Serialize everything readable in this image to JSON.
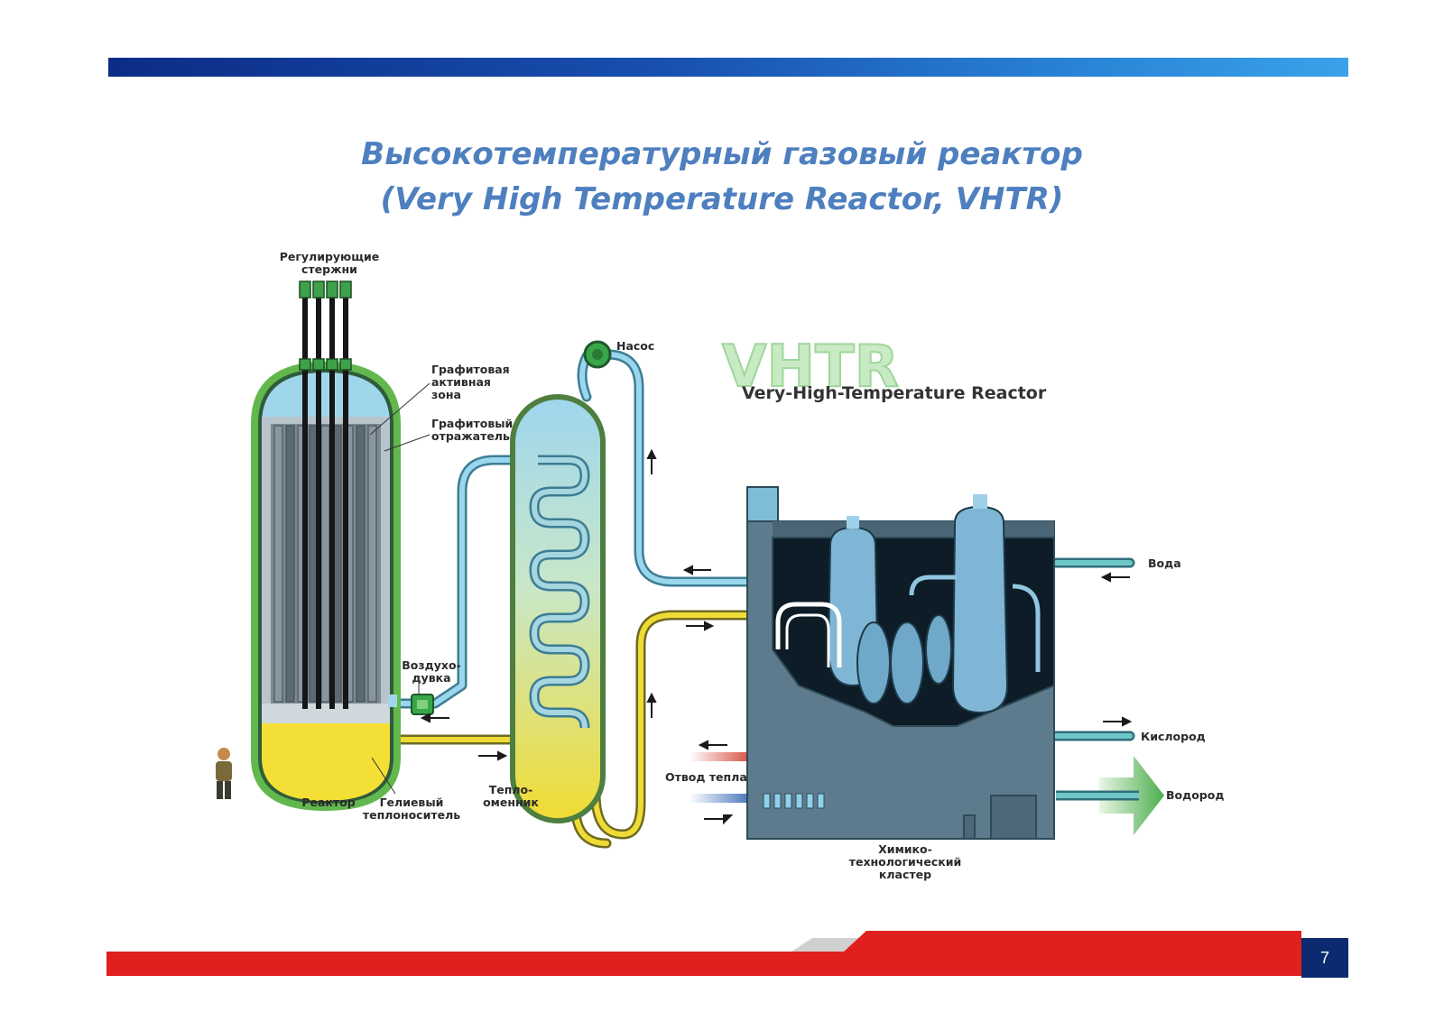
{
  "slide": {
    "title_line1": "Высокотемпературный газовый реактор",
    "title_line2": "(Very High Temperature Reactor, VHTR)",
    "page_number": "7"
  },
  "diagram": {
    "logo_text": "VHTR",
    "logo_subtitle": "Very-High-Temperature Reactor",
    "labels": {
      "control_rods_1": "Регулирующие",
      "control_rods_2": "стержни",
      "graphite_core_1": "Графитовая",
      "graphite_core_2": "активная",
      "graphite_core_3": "зона",
      "graphite_reflector_1": "Графитовый",
      "graphite_reflector_2": "отражатель",
      "pump": "Насос",
      "blower_1": "Воздухо-",
      "blower_2": "дувка",
      "reactor": "Реактор",
      "helium_1": "Гелиевый",
      "helium_2": "теплоноситель",
      "heat_exchanger_1": "Тепло-",
      "heat_exchanger_2": "оменник",
      "heat_removal": "Отвод тепла",
      "water": "Вода",
      "oxygen": "Кислород",
      "hydrogen": "Водород",
      "chem_cluster_1": "Химико-",
      "chem_cluster_2": "технологический",
      "chem_cluster_3": "кластер"
    }
  },
  "colors": {
    "title": "#4e7fbf",
    "top_bar_start": "#0c2c86",
    "top_bar_end": "#39a2ea",
    "bottom_bar": "#e01f1f",
    "page_badge": "#0b2a6f",
    "vessel_outline": "#5fb94a",
    "helium_yellow": "#f3df35",
    "coolant_blue": "#8fd0ea",
    "plant_body": "#5d7b8c",
    "logo_green": "#9fd79a"
  }
}
